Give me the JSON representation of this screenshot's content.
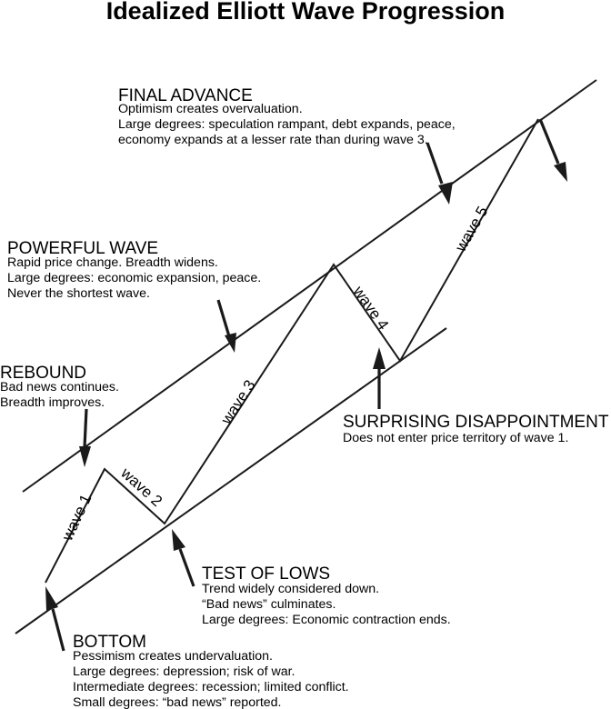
{
  "title": "Idealized Elliott Wave Progression",
  "waves": [
    "wave 1",
    "wave 2",
    "wave 3",
    "wave 4",
    "wave 5"
  ],
  "annotations": {
    "final_advance": {
      "heading": "FINAL ADVANCE",
      "lines": [
        "Optimism creates overvaluation.",
        "Large degrees: speculation rampant, debt expands, peace,",
        "economy expands at a lesser rate than during wave 3."
      ]
    },
    "powerful_wave": {
      "heading": "POWERFUL WAVE",
      "lines": [
        "Rapid price change. Breadth widens.",
        "Large degrees: economic expansion, peace.",
        "Never the shortest wave."
      ]
    },
    "rebound": {
      "heading": "REBOUND",
      "lines": [
        "Bad news continues.",
        "Breadth improves."
      ]
    },
    "surprising_disappointment": {
      "heading": "SURPRISING DISAPPOINTMENT",
      "lines": [
        "Does not enter price territory of wave 1."
      ]
    },
    "test_of_lows": {
      "heading": "TEST OF LOWS",
      "lines": [
        "Trend widely considered down.",
        "“Bad news” culminates.",
        "Large degrees: Economic contraction ends."
      ]
    },
    "bottom": {
      "heading": "BOTTOM",
      "lines": [
        "Pessimism creates undervaluation.",
        "Large degrees: depression; risk of war.",
        "Intermediate degrees: recession; limited conflict.",
        "Small degrees: “bad news” reported."
      ]
    }
  }
}
